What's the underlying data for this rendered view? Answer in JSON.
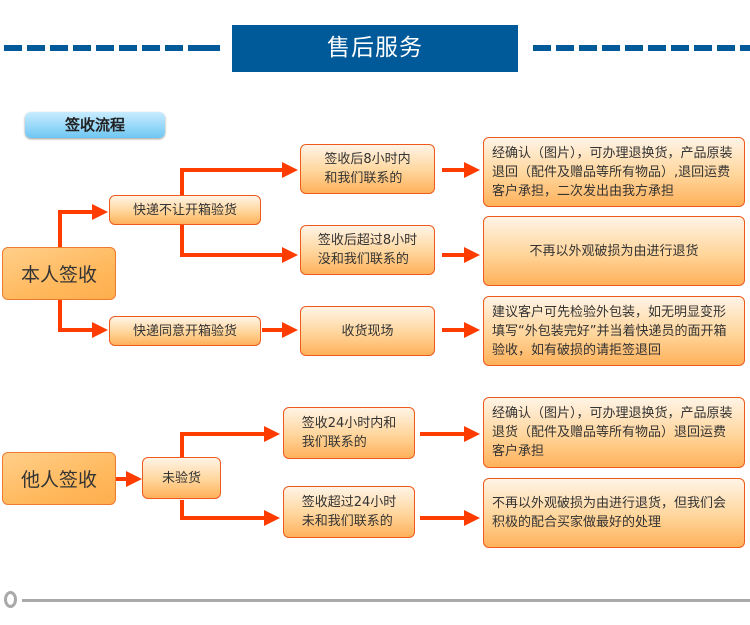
{
  "header": {
    "title": "售后服务",
    "accent": "#005a9a"
  },
  "section_label": "签收流程",
  "colors": {
    "arrow": "#ff3c00",
    "box_border": "#ee5a1c"
  },
  "self_sign": {
    "label": "本人签收",
    "branches": [
      {
        "label": "快递不让开箱验货",
        "conditions": [
          {
            "label": "签收后8小时内\n和我们联系的",
            "result": "经确认（图片），可办理退换货，产品原装退回（配件及赠品等所有物品）,退回运费客户承担，二次发出由我方承担"
          },
          {
            "label": "签收后超过8小时\n没和我们联系的",
            "result": "不再以外观破损为由进行退货"
          }
        ]
      },
      {
        "label": "快递同意开箱验货",
        "conditions": [
          {
            "label": "收货现场",
            "result": "建议客户可先检验外包装，如无明显变形填写“外包装完好”并当着快递员的面开箱验收，如有破损的请拒签退回"
          }
        ]
      }
    ]
  },
  "other_sign": {
    "label": "他人签收",
    "branch": "未验货",
    "conditions": [
      {
        "label": "签收24小时内和\n我们联系的",
        "result": "经确认（图片），可办理退换货，产品原装退货（配件及赠品等所有物品）退回运费客户承担"
      },
      {
        "label": "签收超过24小时\n未和我们联系的",
        "result": "不再以外观破损为由进行退货，但我们会积极的配合买家做最好的处理"
      }
    ]
  }
}
